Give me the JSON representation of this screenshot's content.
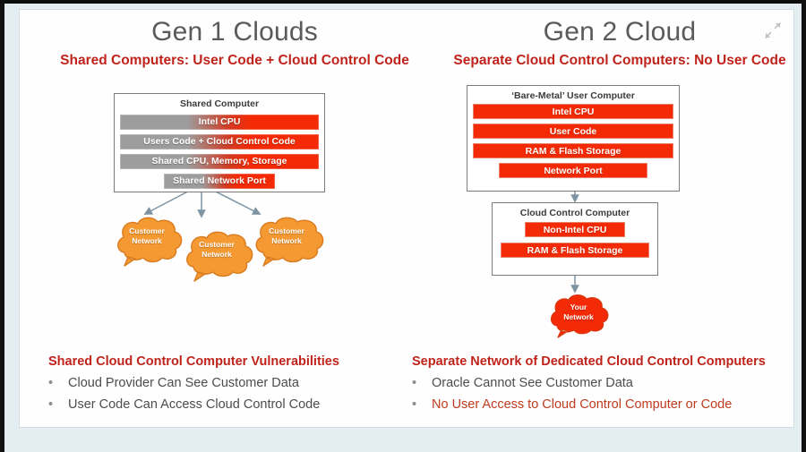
{
  "viewer": {
    "expand_icon": "expand-diagonal-icon"
  },
  "left_column": {
    "title": "Gen 1 Clouds",
    "subtitle": "Shared Computers: User Code + Cloud Control Code",
    "computer_box": {
      "caption": "Shared Computer",
      "bars": [
        "Intel CPU",
        "Users Code + Cloud Control Code",
        "Shared CPU, Memory, Storage",
        "Shared Network Port"
      ]
    },
    "clouds": [
      {
        "line1": "Customer",
        "line2": "Network"
      },
      {
        "line1": "Customer",
        "line2": "Network"
      },
      {
        "line1": "Customer",
        "line2": "Network"
      }
    ],
    "footer": {
      "title": "Shared Cloud Control Computer Vulnerabilities",
      "bullet_marker": "•",
      "bullets": [
        {
          "text": "Cloud Provider Can See Customer Data",
          "accent": false
        },
        {
          "text": "User Code Can Access Cloud Control Code",
          "accent": false
        }
      ]
    }
  },
  "right_column": {
    "title": "Gen 2 Cloud",
    "subtitle": "Separate Cloud Control Computers: No User Code",
    "baremetal_box": {
      "caption": "‘Bare-Metal’ User Computer",
      "bars": [
        "Intel CPU",
        "User Code",
        "RAM & Flash Storage",
        "Network Port"
      ]
    },
    "control_box": {
      "caption": "Cloud Control Computer",
      "bars": [
        "Non-Intel CPU",
        "RAM & Flash Storage"
      ]
    },
    "cloud": {
      "line1": "Your",
      "line2": "Network"
    },
    "footer": {
      "title": "Separate Network of Dedicated Cloud Control Computers",
      "bullet_marker": "•",
      "bullets": [
        {
          "text": "Oracle Cannot See Customer Data",
          "accent": false
        },
        {
          "text": "No User Access to Cloud Control Computer or Code",
          "accent": true
        }
      ]
    }
  },
  "colors": {
    "accent_red": "#c0231b",
    "bar_red": "#f42a06",
    "bar_gray": "#9d9d9d",
    "cloud_orange": "#f59a33",
    "cloud_red": "#f42a06",
    "title_gray": "#5a5a5a",
    "arrow_gray": "#7e94a3"
  }
}
